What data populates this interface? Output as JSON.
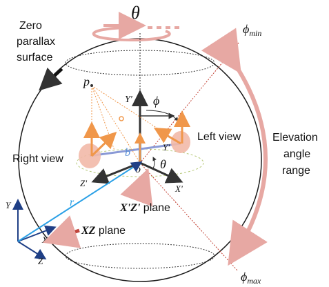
{
  "labels": {
    "theta_top": "θ",
    "zero_parallax_line1": "Zero",
    "zero_parallax_line2": "parallax",
    "zero_parallax_line3": "surface",
    "phi_min_base": "ϕ",
    "phi_min_sub": "min",
    "phi_max_base": "ϕ",
    "phi_max_sub": "max",
    "point_p": "p",
    "axis_y_prime_top": "Y'",
    "phi_center": "ϕ",
    "left_view": "Left view",
    "y_prime_small": "Y'",
    "right_view": "Right view",
    "b": "b",
    "origin_o": "o",
    "theta_small": "θ",
    "z_prime": "Z'",
    "x_prime": "X'",
    "r": "r",
    "xz_prime_plane_italic": "X'Z'",
    "xz_prime_plane_suffix": " plane",
    "xz_plane_italic": "XZ",
    "xz_plane_suffix": " plane",
    "axis_y": "Y",
    "axis_x": "X",
    "axis_z": "Z",
    "elevation_line1": "Elevation",
    "elevation_line2": "angle",
    "elevation_line3": "range"
  },
  "colors": {
    "sphere": "#1a1a1a",
    "pink_arrow": "#e7a8a3",
    "orange": "#f0974a",
    "blue_line": "#2aa0e6",
    "red_dotted": "#c0392b",
    "red_arrow": "#c0443b",
    "dark_blue_axes": "#1f3f86",
    "green_dashed": "#b7c97a",
    "baseline": "#8a9ad6"
  }
}
